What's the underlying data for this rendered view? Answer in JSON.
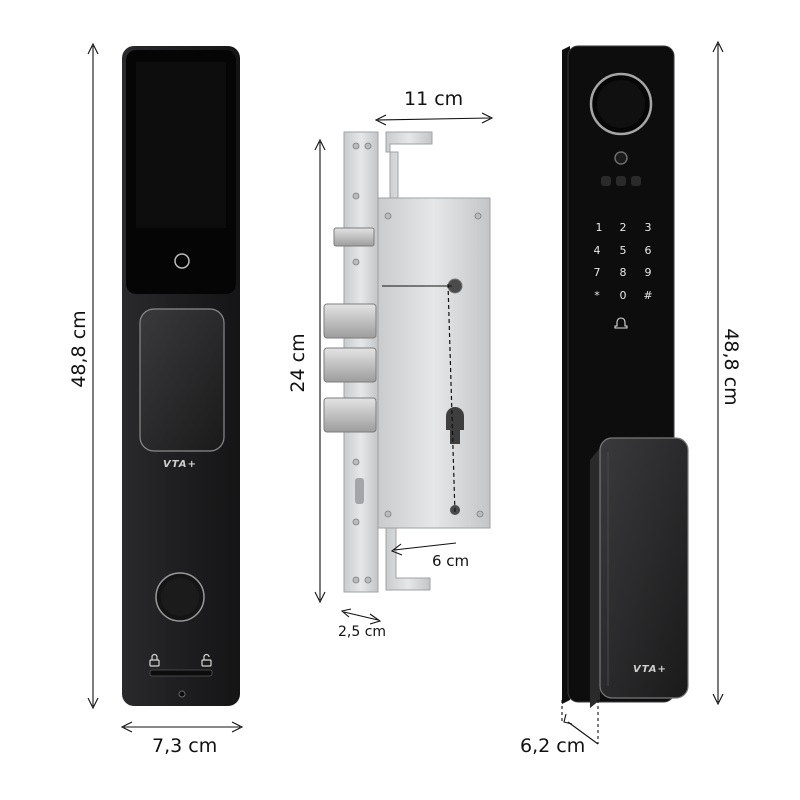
{
  "dimensions": {
    "height_left": "48,8 cm",
    "height_right": "48,8 cm",
    "mortise_height": "24 cm",
    "mortise_width": "11 cm",
    "cylinder_offset": "6 cm",
    "faceplate_width": "2,5 cm",
    "front_width": "7,3 cm",
    "depth": "6,2 cm"
  },
  "brand": {
    "front_logo": "VTA+",
    "side_logo": "VTA+"
  },
  "keypad": {
    "keys": [
      "1",
      "2",
      "3",
      "4",
      "5",
      "6",
      "7",
      "8",
      "9",
      "*",
      "0",
      "#"
    ]
  },
  "colors": {
    "lock_body": "#1c1c1e",
    "screen": "#050505",
    "steel": "#d6d8da",
    "accent_ring": "#9a9a9a"
  },
  "icons": [
    "fingerprint-icon",
    "camera-icon",
    "lock-icon",
    "unlock-icon",
    "bell-icon"
  ]
}
